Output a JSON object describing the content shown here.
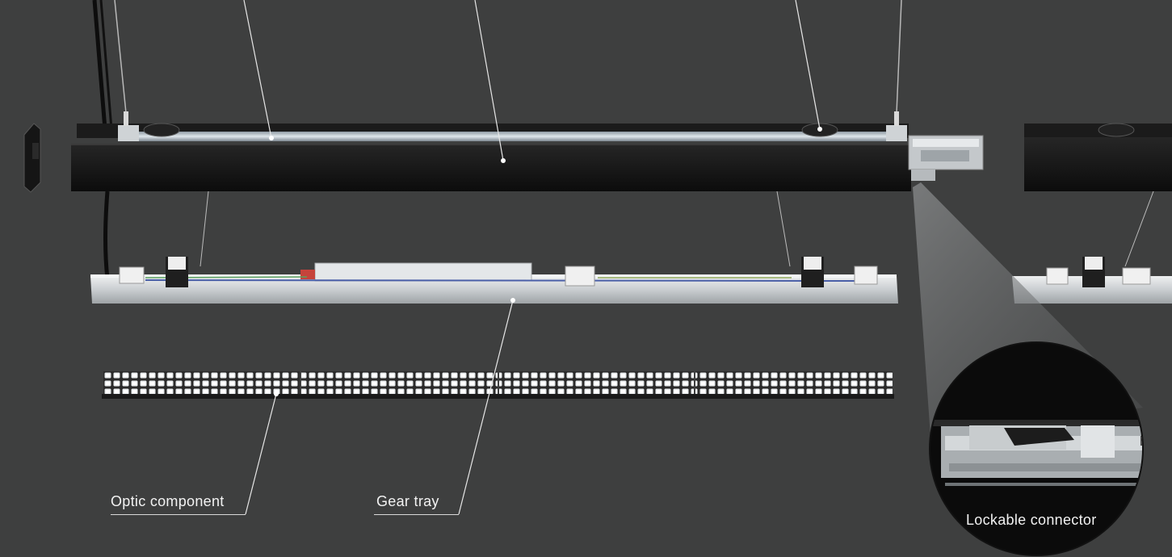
{
  "labels": {
    "optic_component": "Optic component",
    "gear_tray": "Gear tray",
    "lockable_connector": "Lockable connector"
  },
  "colors": {
    "background": "#3e3f3f",
    "housing": "#141414",
    "tray": "#d4d7d9",
    "leader_line": "#e6e6e6"
  }
}
